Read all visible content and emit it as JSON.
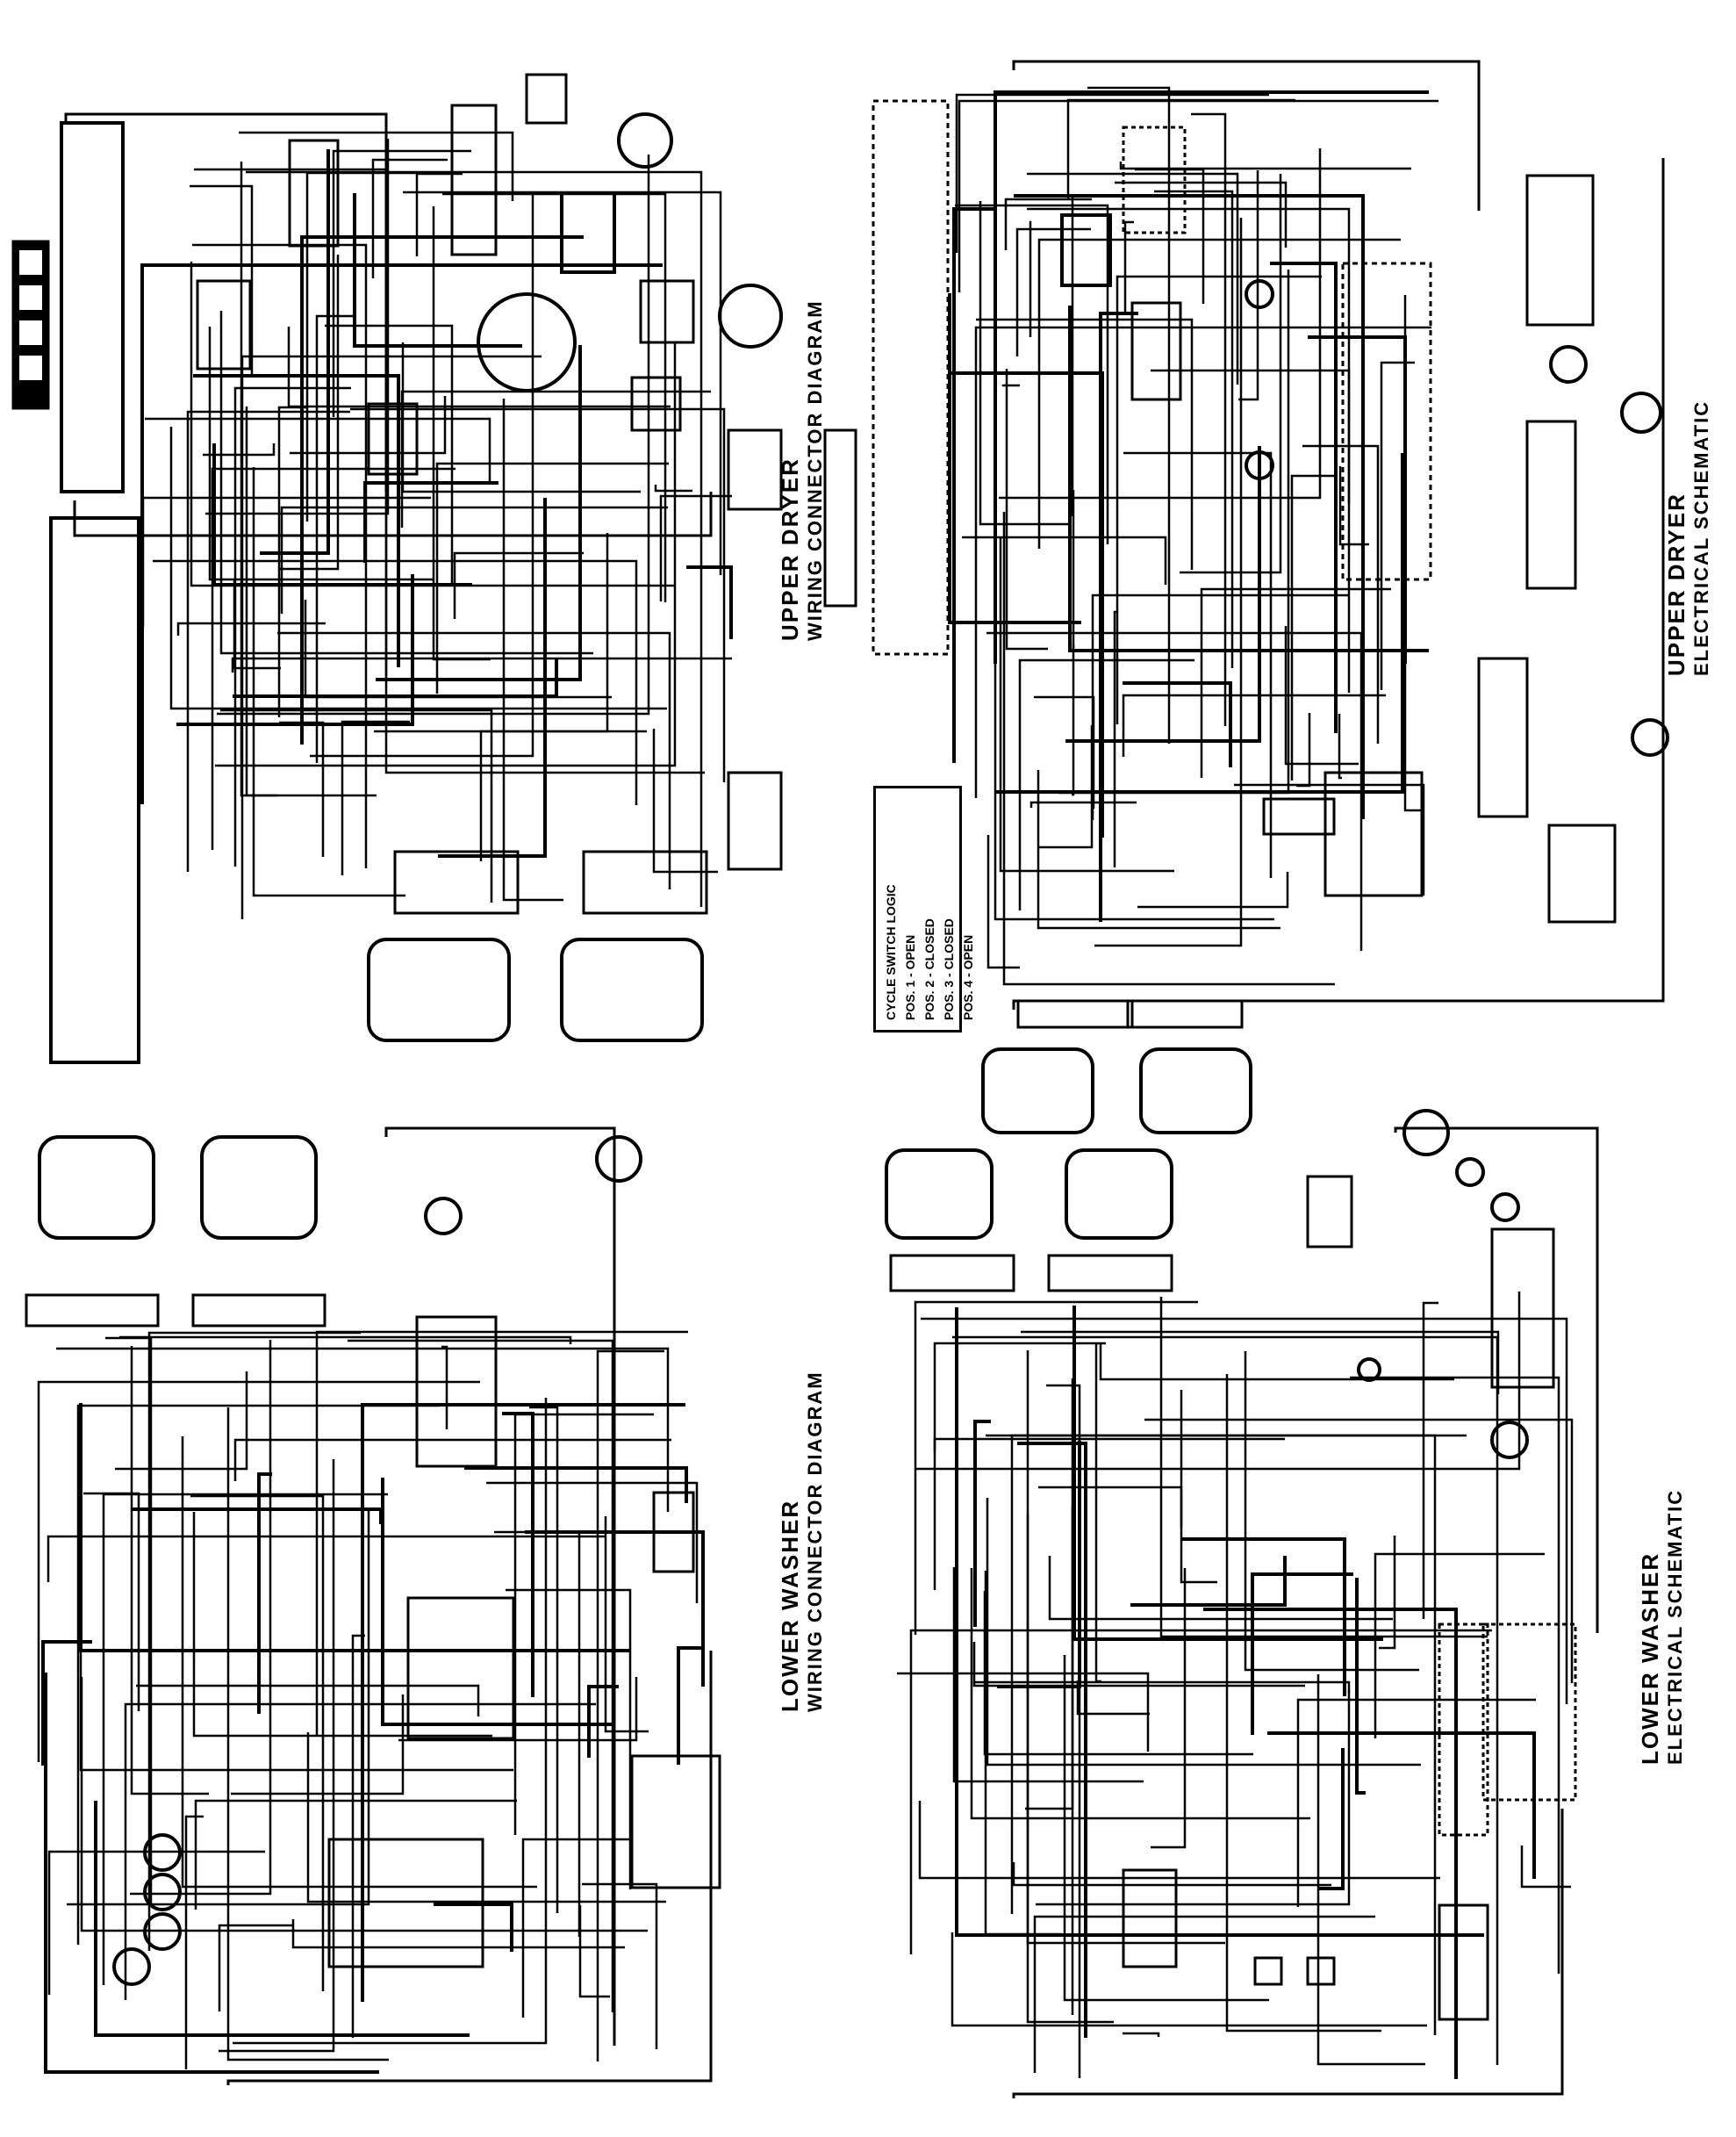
{
  "diagrams": [
    {
      "id": "upper-dryer-wiring",
      "title": "UPPER DRYER",
      "subtitle": "WIRING CONNECTOR DIAGRAM"
    },
    {
      "id": "upper-dryer-electrical",
      "title": "UPPER DRYER",
      "subtitle": "ELECTRICAL SCHEMATIC"
    },
    {
      "id": "lower-washer-wiring",
      "title": "LOWER WASHER",
      "subtitle": "WIRING CONNECTOR DIAGRAM"
    },
    {
      "id": "lower-washer-electrical",
      "title": "LOWER WASHER",
      "subtitle": "ELECTRICAL SCHEMATIC"
    }
  ],
  "legend": {
    "title": "CYCLE SWITCH LOGIC",
    "lines": [
      "POS. 1 - OPEN",
      "POS. 2 - CLOSED",
      "POS. 3 - CLOSED",
      "POS. 4 - OPEN"
    ]
  },
  "colors": {
    "line": "#000000",
    "background": "#ffffff"
  }
}
